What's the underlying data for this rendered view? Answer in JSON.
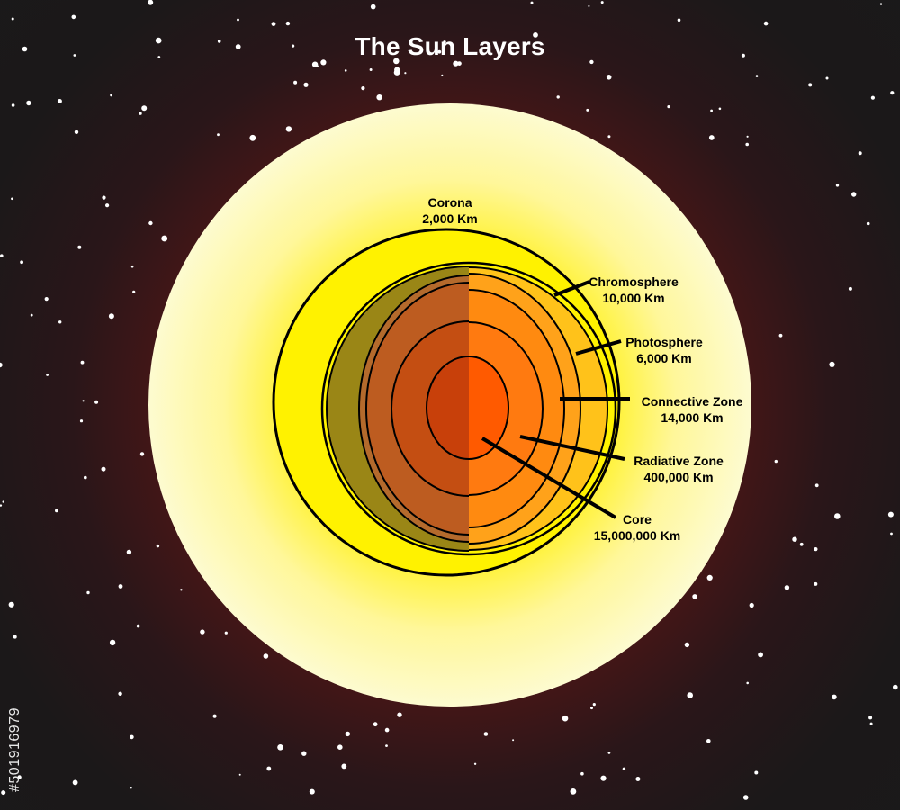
{
  "title": "The Sun Layers",
  "layers": [
    {
      "name": "Corona",
      "thickness": "2,000 Km"
    },
    {
      "name": "Chromosphere",
      "thickness": "10,000 Km"
    },
    {
      "name": "Photosphere",
      "thickness": "6,000 Km"
    },
    {
      "name": "Connective Zone",
      "thickness": "14,000 Km"
    },
    {
      "name": "Radiative Zone",
      "thickness": "400,000 Km"
    },
    {
      "name": "Core",
      "thickness": "15,000,000 Km"
    }
  ],
  "stock_id": "#501916979",
  "colors": {
    "space": "#1b1819",
    "glow": "#fdfbd0",
    "corona_yellow": "#fff200",
    "chromosphere": "#ffc21a",
    "photosphere": "#ffa21a",
    "connective": "#ff8a10",
    "radiative": "#ff7a10",
    "core": "#ff5a00",
    "outline": "#000000",
    "star": "#ffffff"
  }
}
